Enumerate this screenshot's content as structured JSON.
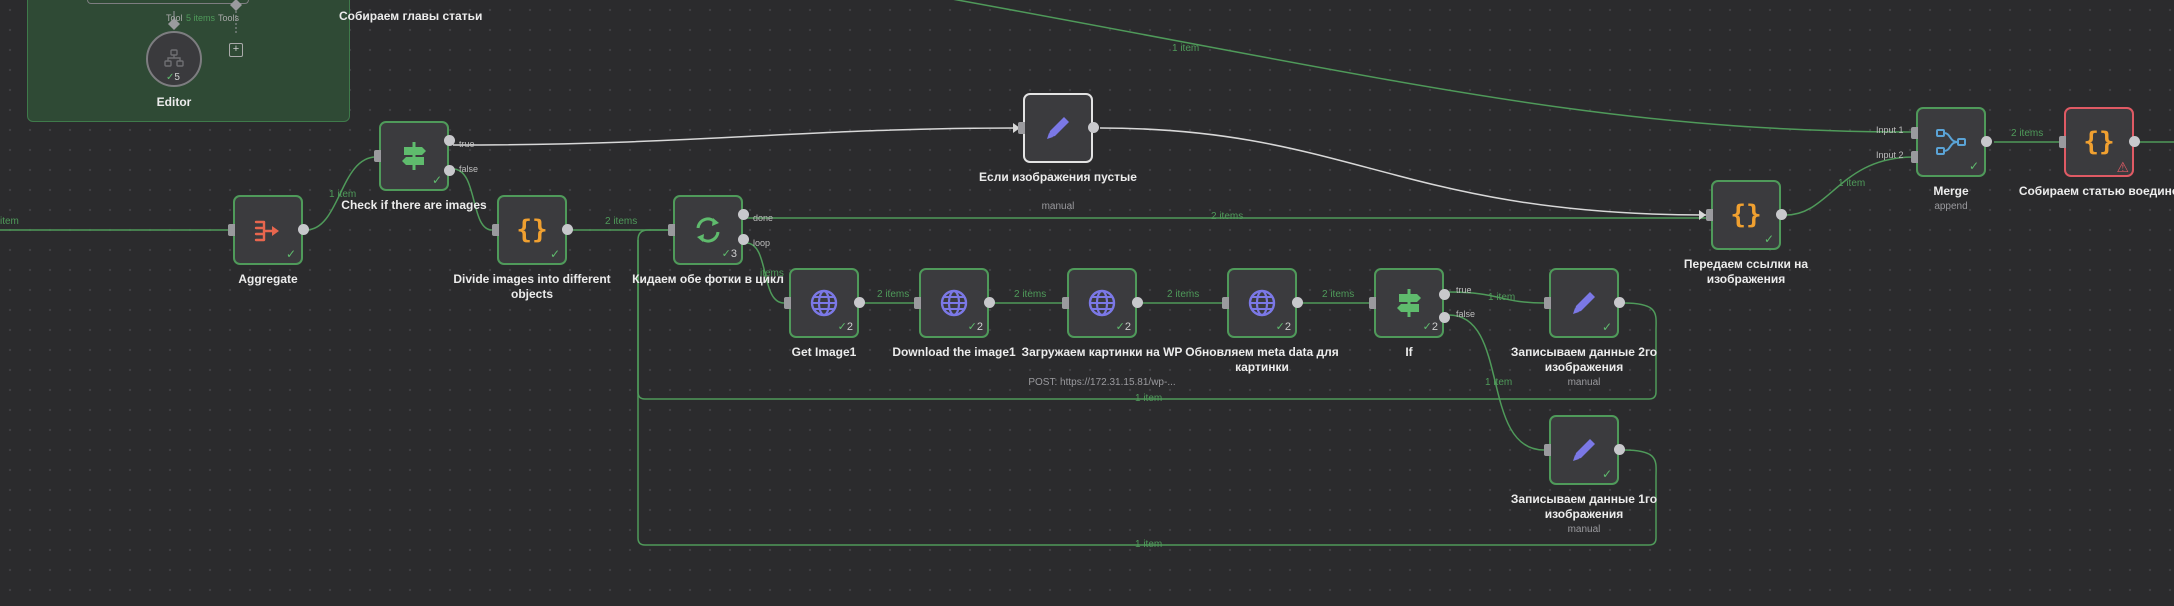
{
  "group": {
    "title": "Собираем главы статьи",
    "editor_label": "Editor",
    "editor_count": "5",
    "tool_label": "Tool",
    "tools_label": "Tools",
    "tool_items": "5 items"
  },
  "nodes": {
    "aggregate": {
      "label": "Aggregate"
    },
    "check_images": {
      "label": "Check if there are images",
      "true_label": "true",
      "false_label": "false"
    },
    "divide": {
      "label": "Divide images into different objects"
    },
    "loop": {
      "label": "Кидаем обе фотки в цикл",
      "count": "3",
      "done_label": "done",
      "loop_label": "loop"
    },
    "if_empty": {
      "label": "Если изображения пустые",
      "sub": "manual"
    },
    "pass_links": {
      "label": "Передаем ссылки на изображения"
    },
    "merge": {
      "label": "Merge",
      "sub": "append",
      "input1": "Input 1",
      "input2": "Input 2"
    },
    "assemble": {
      "label": "Собираем статью воедино"
    },
    "get_image": {
      "label": "Get Image1",
      "count": "2"
    },
    "download": {
      "label": "Download the image1",
      "count": "2"
    },
    "upload": {
      "label": "Загружаем картинки на WP",
      "sub": "POST: https://172.31.15.81/wp-...",
      "count": "2"
    },
    "update_meta": {
      "label": "Обновляем meta data для картинки",
      "count": "2"
    },
    "if_node": {
      "label": "If",
      "count": "2",
      "true_label": "true",
      "false_label": "false"
    },
    "write2": {
      "label": "Записываем данные 2го изображения",
      "sub": "manual"
    },
    "write1": {
      "label": "Записываем данные 1го изображения",
      "sub": "manual"
    }
  },
  "edges": {
    "in_items": "item",
    "to_check": "1 item",
    "to_loop": "2 items",
    "loop_items": "items",
    "get_download": "2 items",
    "download_upload": "2 items",
    "upload_update": "2 items",
    "update_if": "2 items",
    "if_true": "1 item",
    "if_false": "1 item",
    "write2_back": "1 item",
    "write1_back": "1 item",
    "done_pass": "2 items",
    "pass_merge": "1 item",
    "top_merge": "1 item",
    "merge_out": "2 items"
  },
  "colors": {
    "node_border": "#4f9a5a",
    "selected_border": "#e3e3e3",
    "error_border": "#e05a64",
    "edge_green": "#4f9a5a",
    "edge_white": "#d8d8d8",
    "icon_purple": "#7b78e6",
    "icon_orange": "#f0a030",
    "icon_green": "#5fbb6d",
    "icon_red": "#e8664e",
    "icon_blue": "#5aa3d6"
  }
}
